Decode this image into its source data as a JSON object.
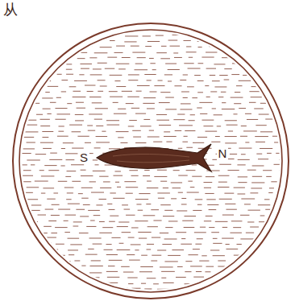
{
  "diagram": {
    "labels": [
      "从",
      "S",
      "N"
    ]
  }
}
